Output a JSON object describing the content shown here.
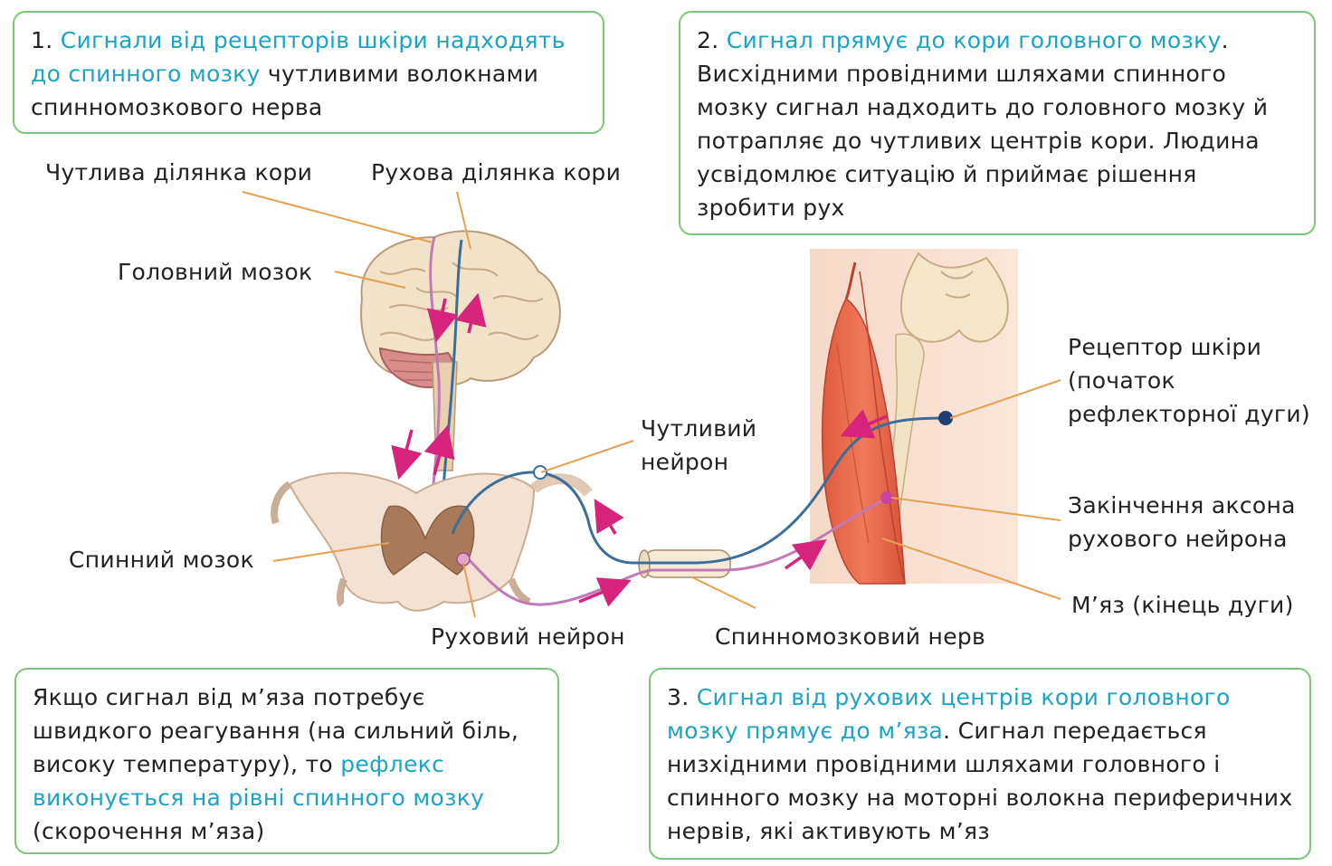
{
  "boxes": {
    "b1": {
      "num": "1.",
      "hl": "Сигнали від рецепторів шкіри надходять до спинного мозку",
      "rest": " чутливими волокнами спинномозкового нерва"
    },
    "b2": {
      "num": "2.",
      "hl": "Сигнал прямує до кори головного мозку",
      "rest": ". Висхідними провідними шляхами спинного мозку сигнал надходить до головного мозку й потрапляє до чутливих центрів кори. Людина усвідомлює ситуацію й приймає рішення зробити рух"
    },
    "b3": {
      "num": "3.",
      "hl": "Сигнал від рухових центрів кори головного мозку прямує до м’яза",
      "rest": ". Сигнал передається низхідними провідними шляхами головного і спинного мозку на моторні волокна периферичних нервів, які активують м’яз"
    },
    "b4": {
      "pre": "Якщо сигнал від м’яза потребує швидкого реагування (на сильний біль, високу температуру), то ",
      "hl": "рефлекс виконується на рівні спинного мозку",
      "rest": " (скорочення м’яза)"
    }
  },
  "labels": {
    "sensory_cortex": "Чутлива ділянка кори",
    "motor_cortex": "Рухова ділянка кори",
    "brain": "Головний мозок",
    "sensory_neuron_1": "Чутливий",
    "sensory_neuron_2": "нейрон",
    "spinal_cord": "Спинний мозок",
    "motor_neuron": "Руховий нейрон",
    "spinal_nerve": "Спинномозковий нерв",
    "receptor_1": "Рецептор шкіри",
    "receptor_2": "(початок",
    "receptor_3": "рефлекторної дуги)",
    "axon_end_1": "Закінчення аксона",
    "axon_end_2": "рухового нейрона",
    "muscle": "М’яз (кінець дуги)"
  },
  "colors": {
    "border": "#7cc576",
    "highlight": "#1da3c4",
    "arrow": "#d6247c",
    "leader": "#e8a050",
    "nerve_sensory": "#3d6e99",
    "nerve_motor": "#c07ab8"
  }
}
